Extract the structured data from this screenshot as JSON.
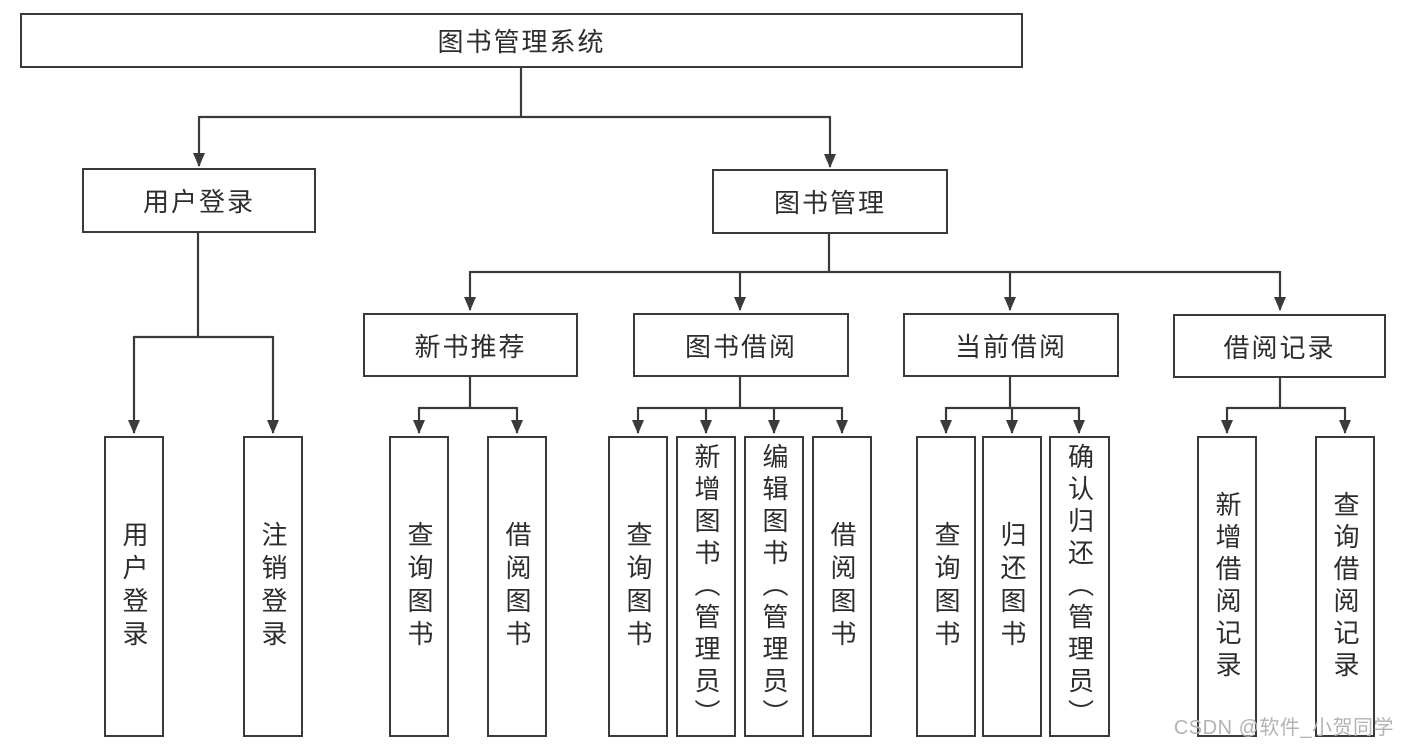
{
  "diagram": {
    "colors": {
      "line": "#3a3a3a",
      "text": "#2d2d2d",
      "box_background": "#ffffff",
      "watermark_text_color": "#b3b3b3",
      "page_background": "#ffffff"
    },
    "root": {
      "label": "图书管理系统"
    },
    "level2": [
      {
        "label": "用户登录"
      },
      {
        "label": "图书管理"
      }
    ],
    "level3": [
      {
        "label": "新书推荐"
      },
      {
        "label": "图书借阅"
      },
      {
        "label": "当前借阅"
      },
      {
        "label": "借阅记录"
      }
    ],
    "leaves": [
      {
        "label": "用户登录"
      },
      {
        "label": "注销登录"
      },
      {
        "label": "查询图书"
      },
      {
        "label": "借阅图书"
      },
      {
        "label": "查询图书"
      },
      {
        "label": "新增图书（管理员）"
      },
      {
        "label": "编辑图书（管理员）"
      },
      {
        "label": "借阅图书"
      },
      {
        "label": "查询图书"
      },
      {
        "label": "归还图书"
      },
      {
        "label": "确认归还（管理员）"
      },
      {
        "label": "新增借阅记录"
      },
      {
        "label": "查询借阅记录"
      }
    ],
    "watermark": "CSDN @软件_小贺同学"
  }
}
